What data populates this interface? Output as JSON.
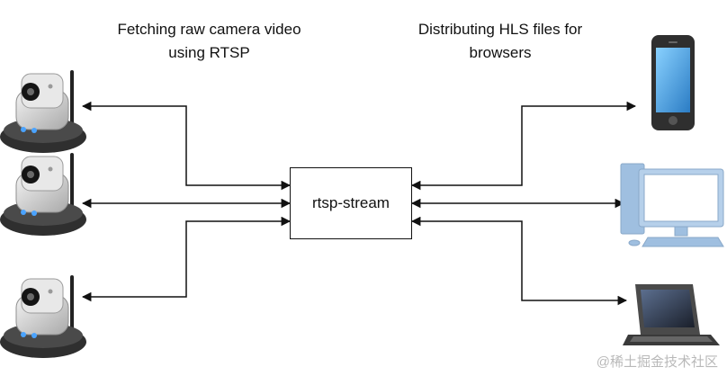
{
  "labels": {
    "left_line1": "Fetching raw camera video",
    "left_line2": "using RTSP",
    "right_line1": "Distributing HLS files for",
    "right_line2": "browsers"
  },
  "center": {
    "title": "rtsp-stream"
  },
  "watermark": "@稀土掘金技术社区",
  "devices": {
    "left": [
      "camera-icon",
      "camera-icon",
      "camera-icon"
    ],
    "right": [
      "smartphone-icon",
      "desktop-computer-icon",
      "laptop-icon"
    ]
  },
  "colors": {
    "line": "#111111",
    "phone_body": "#3a3a3a",
    "phone_screen": "#67b8ea",
    "monitor_frame": "#9fbfe0",
    "monitor_screen": "#ffffff",
    "laptop_body": "#4a4a4a",
    "laptop_screen": "#1f2a3a",
    "camera_body": "#d9d9d9",
    "camera_base": "#2f2f2f",
    "camera_led": "#4aa3ff"
  }
}
